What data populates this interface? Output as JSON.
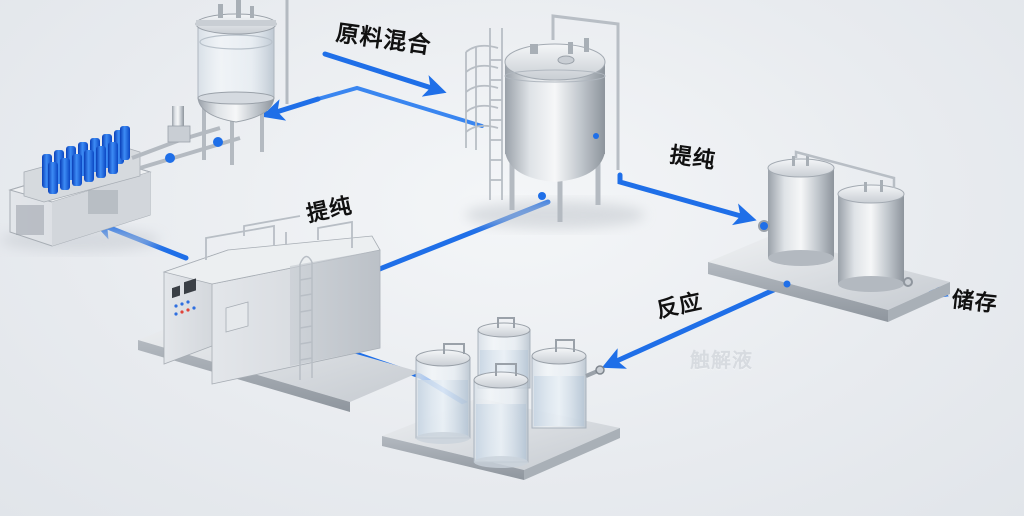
{
  "diagram": {
    "type": "process-flow",
    "style": "isometric-3d-render",
    "colors": {
      "background": "#e8ebef",
      "flow_arrow": "#1f6fe8",
      "steel": "#c7ccd2",
      "label_text": "#111111",
      "watermark_text": "#d7dbe0"
    },
    "labels": {
      "raw_material_mixing": "原料混合",
      "purification_top": "提纯",
      "purification_left": "提纯",
      "reaction": "反应",
      "storage": "储存",
      "watermark": "触解液"
    },
    "nodes": [
      {
        "id": "filter-bank",
        "description": "blue cartridge filter bank on steel frame"
      },
      {
        "id": "glass-mixing-vessel",
        "description": "glass reaction vessel with steel lid on legs"
      },
      {
        "id": "steel-mixing-tank",
        "description": "large stainless steel tank with caged ladder"
      },
      {
        "id": "twin-storage-tanks",
        "description": "two steel cylindrical storage tanks on plate"
      },
      {
        "id": "glass-reactor-array",
        "description": "four glass reaction jars on steel plate"
      },
      {
        "id": "purification-unit",
        "description": "steel control cabinet / purification module with ladder"
      }
    ],
    "flows": [
      {
        "from": "raw-material-input",
        "to": "steel-mixing-tank",
        "label": "原料混合"
      },
      {
        "from": "steel-mixing-tank",
        "to": "glass-mixing-vessel"
      },
      {
        "from": "steel-mixing-tank",
        "to": "twin-storage-tanks",
        "label": "提纯"
      },
      {
        "from": "twin-storage-tanks",
        "to": "storage-output",
        "label": "储存"
      },
      {
        "from": "twin-storage-tanks",
        "to": "glass-reactor-array",
        "label": "反应"
      },
      {
        "from": "glass-reactor-array",
        "to": "purification-unit"
      },
      {
        "from": "purification-unit",
        "to": "steel-mixing-tank",
        "label": "提纯"
      },
      {
        "from": "purification-unit",
        "to": "filter-bank"
      }
    ]
  }
}
